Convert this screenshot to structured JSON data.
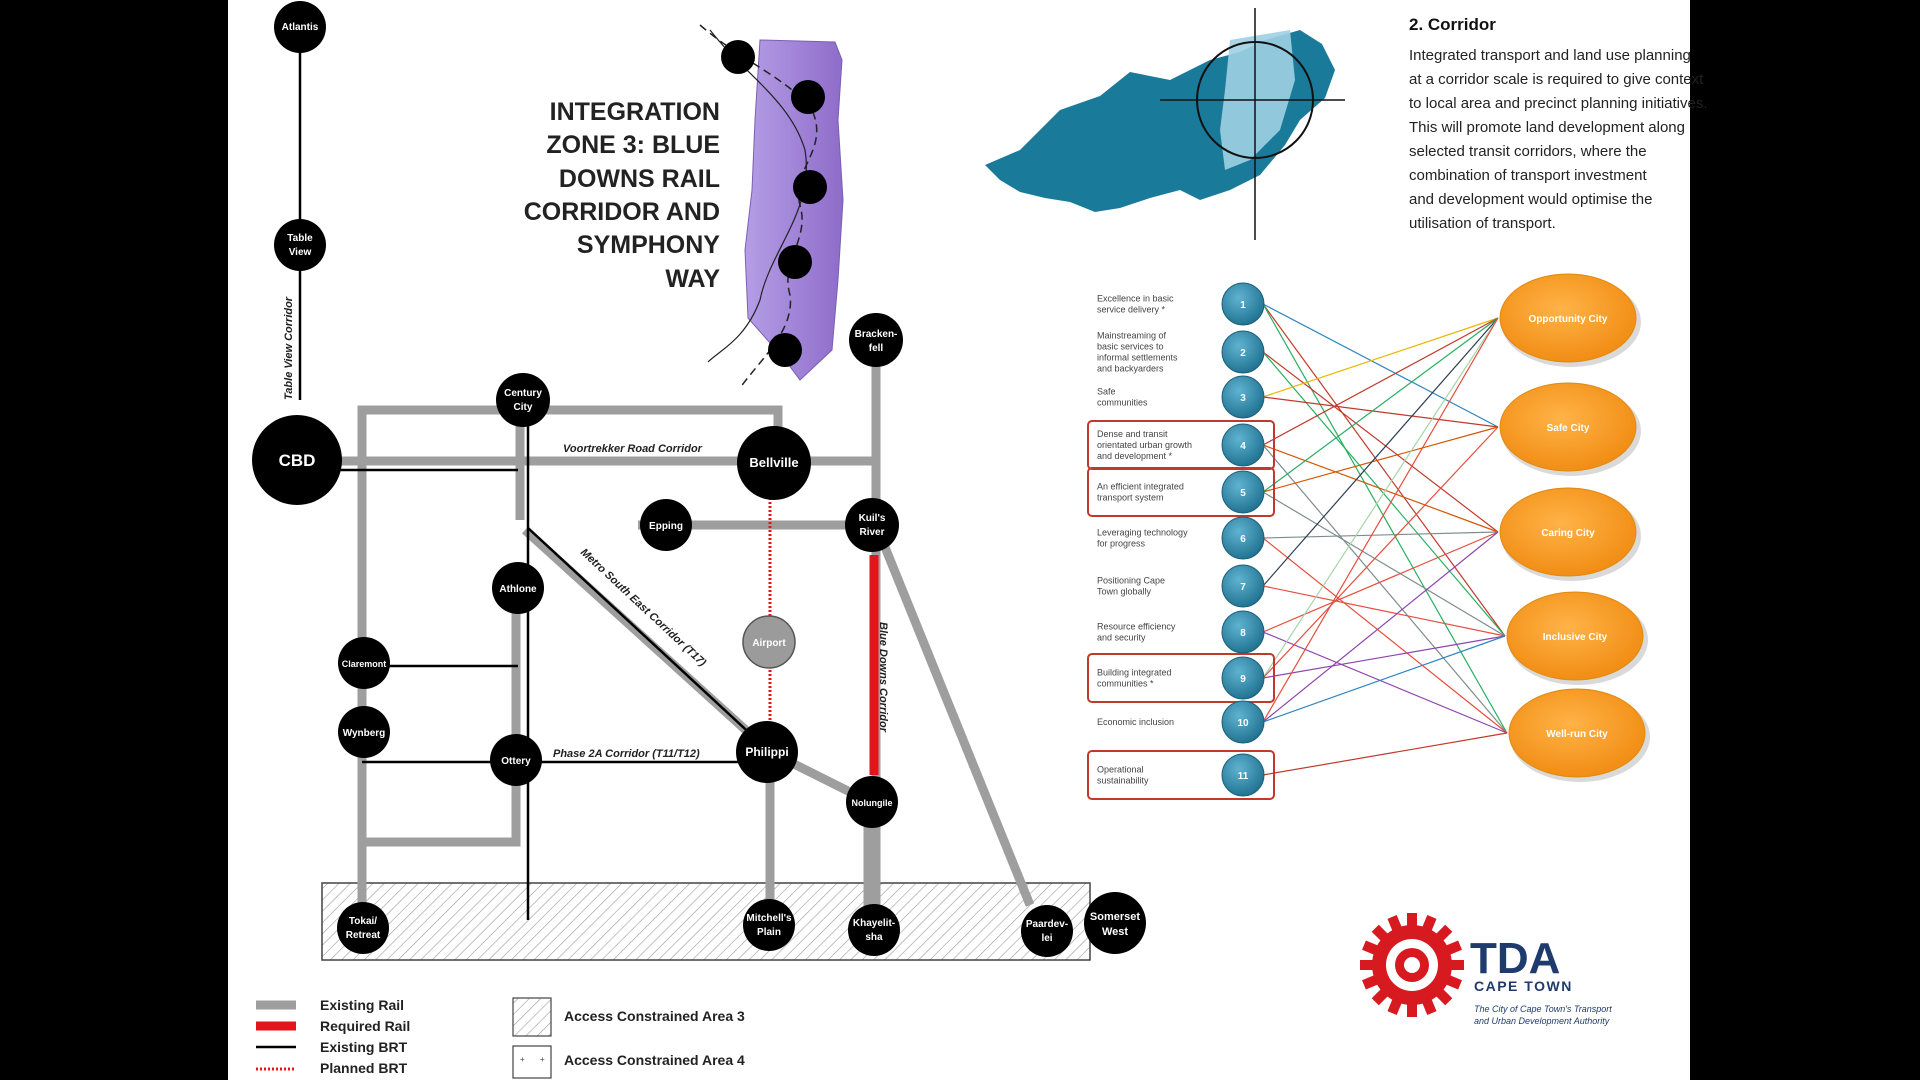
{
  "zone_title": [
    "INTEGRATION",
    "ZONE 3: BLUE",
    "DOWNS RAIL",
    "CORRIDOR AND",
    "SYMPHONY",
    "WAY"
  ],
  "corridor": {
    "heading": "2. Corridor",
    "lines": [
      "Integrated transport and land use planning",
      "at a corridor scale is required to give context",
      "to local area and precinct planning initiatives.",
      "This will promote land development along",
      "selected transit corridors, where the",
      "combination of transport investment",
      "and development would optimise the",
      "utilisation of transport."
    ]
  },
  "stations": {
    "atlantis": [
      "Atlantis"
    ],
    "table_view": [
      "Table",
      "View"
    ],
    "cbd": [
      "CBD"
    ],
    "century_city": [
      "Century",
      "City"
    ],
    "bellville": [
      "Bellville"
    ],
    "brackenfell": [
      "Bracken-",
      "fell"
    ],
    "epping": [
      "Epping"
    ],
    "kuils_river": [
      "Kuil's",
      "River"
    ],
    "athlone": [
      "Athlone"
    ],
    "airport": [
      "Airport"
    ],
    "claremont": [
      "Claremont"
    ],
    "wynberg": [
      "Wynberg"
    ],
    "ottery": [
      "Ottery"
    ],
    "philippi": [
      "Philippi"
    ],
    "nolungile": [
      "Nolungile"
    ],
    "tokai": [
      "Tokai/",
      "Retreat"
    ],
    "mitchells_plain": [
      "Mitchell's",
      "Plain"
    ],
    "khayelitsha": [
      "Khayelit-",
      "sha"
    ],
    "paardevlei": [
      "Paardev-",
      "lei"
    ],
    "somerset_west": [
      "Somerset",
      "West"
    ]
  },
  "corridor_labels": {
    "table_view": "Table View Corridor",
    "voortrekker": "Voortrekker Road Corridor",
    "metro_south_east": "Metro South East Corridor (T17)",
    "phase_2a": "Phase 2A Corridor (T11/T12)",
    "blue_downs": "Blue Downs Corridor"
  },
  "legend": {
    "existing_rail": "Existing Rail",
    "required_rail": "Required Rail",
    "existing_brt": "Existing BRT",
    "planned_brt": "Planned BRT",
    "access_area_3": "Access Constrained Area 3",
    "access_area_4": "Access Constrained Area 4"
  },
  "goals": [
    {
      "num": "1",
      "lines": [
        "Excellence in basic",
        "service delivery *"
      ]
    },
    {
      "num": "2",
      "lines": [
        "Mainstreaming of",
        "basic services to",
        "informal settlements",
        "and backyarders"
      ]
    },
    {
      "num": "3",
      "lines": [
        "Safe",
        "communities"
      ]
    },
    {
      "num": "4",
      "lines": [
        "Dense and transit",
        "orientated urban growth",
        "and development *"
      ]
    },
    {
      "num": "5",
      "lines": [
        "An efficient integrated",
        "transport system"
      ]
    },
    {
      "num": "6",
      "lines": [
        "Leveraging technology",
        "for progress"
      ]
    },
    {
      "num": "7",
      "lines": [
        "Positioning Cape",
        "Town globally"
      ]
    },
    {
      "num": "8",
      "lines": [
        "Resource efficiency",
        "and security"
      ]
    },
    {
      "num": "9",
      "lines": [
        "Building integrated",
        "communities *"
      ]
    },
    {
      "num": "10",
      "lines": [
        "Economic inclusion"
      ]
    },
    {
      "num": "11",
      "lines": [
        "Operational",
        "sustainability"
      ]
    }
  ],
  "cities": [
    "Opportunity City",
    "Safe City",
    "Caring City",
    "Inclusive City",
    "Well-run City"
  ],
  "logo": {
    "name": "TDA",
    "sub": "CAPE TOWN",
    "tag1": "The City of Cape Town's Transport",
    "tag2": "and Urban Development Authority"
  },
  "colors": {
    "existing_rail": "#9e9e9e",
    "required_rail": "#e2151b",
    "brt": "#000000",
    "goal_circle": "#2f86a8",
    "city_fill": "#f7941d",
    "highlight_box": "#c0392b",
    "map_fill": "#1a7a99",
    "logo_red": "#d71920",
    "logo_navy": "#1f3b6d"
  }
}
